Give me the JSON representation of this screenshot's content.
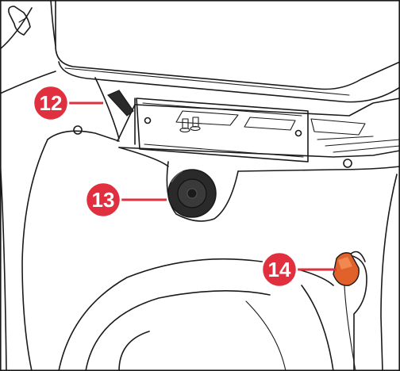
{
  "callouts": [
    {
      "id": "c12",
      "label": "12",
      "part": "seat-latch-lever"
    },
    {
      "id": "c13",
      "label": "13",
      "part": "fuel-cap"
    },
    {
      "id": "c14",
      "label": "14",
      "part": "reflector-cable-part"
    }
  ],
  "colors": {
    "callout_fill": "#e0303f",
    "callout_border": "#ffffff",
    "line_art": "#1a1a1a",
    "accent_part": "#e0622a",
    "dark_part": "#2a2a2a",
    "background": "#ffffff"
  }
}
